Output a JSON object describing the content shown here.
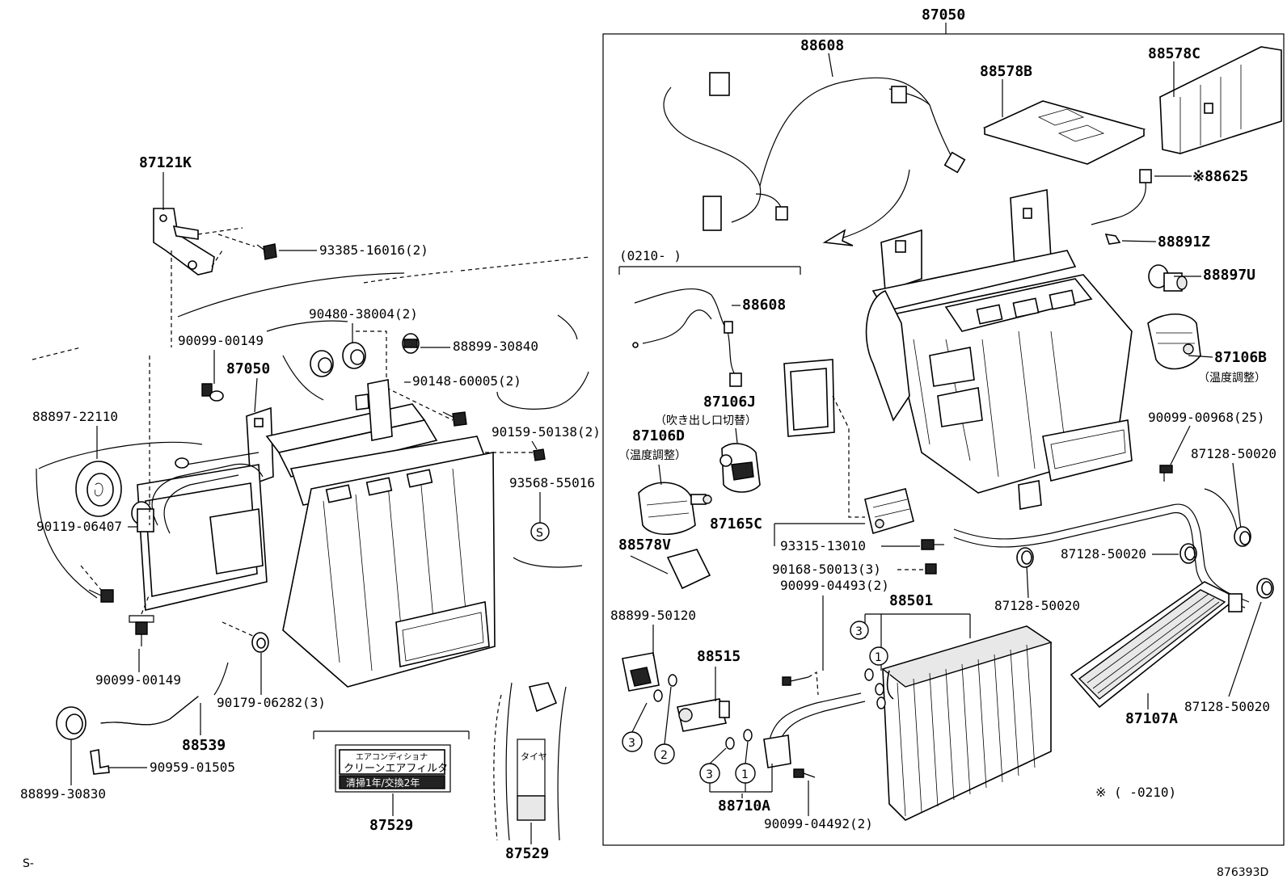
{
  "labels": {
    "p87050_top": "87050",
    "p88608_a": "88608",
    "p88578B": "88578B",
    "p88578C": "88578C",
    "p88625": "※88625",
    "p88891Z": "88891Z",
    "p88897U": "88897U",
    "p87106B": "87106B",
    "p87106B_jp": "（温度調整）",
    "p90099_00968": "90099-00968(25)",
    "p87128_50020_a": "87128-50020",
    "p87128_50020_b": "87128-50020",
    "p87128_50020_c": "87128-50020",
    "p87128_50020_d": "87128-50020",
    "p0210_range": "(0210-         )",
    "p88608_b": "88608",
    "p87106J": "87106J",
    "p87106J_jp": "（吹き出し口切替）",
    "p87106D": "87106D",
    "p87106D_jp": "（温度調整）",
    "p87165C": "87165C",
    "p93315_13010": "93315-13010",
    "p90168_50013": "90168-50013(3)",
    "p90099_04493": "90099-04493(2)",
    "p88501": "88501",
    "p88578V": "88578V",
    "p88899_50120": "88899-50120",
    "p88515": "88515",
    "p87107A": "87107A",
    "p88710A": "88710A",
    "p90099_04492": "90099-04492(2)",
    "p_note_0210": "※ (      -0210)",
    "p87121K": "87121K",
    "p93385_16016": "93385-16016(2)",
    "p90480_38004": "90480-38004(2)",
    "p90099_00149_a": "90099-00149",
    "p88899_30840": "88899-30840",
    "p87050_left": "87050",
    "p90148_60005": "90148-60005(2)",
    "p88897_22110": "88897-22110",
    "p90159_50138": "90159-50138(2)",
    "p93568_55016": "93568-55016",
    "p90119_06407": "90119-06407",
    "p90099_00149_b": "90099-00149",
    "p90179_06282": "90179-06282(3)",
    "p88539": "88539",
    "p88899_30830": "88899-30830",
    "p90959_01505": "90959-01505",
    "p87529_a": "87529",
    "p87529_b": "87529",
    "label_line1": "エアコンディショナ",
    "label_line2": "クリーンエアフィルタ",
    "label_line3": "清掃1年/交換2年",
    "tag_taiya": "タイヤ",
    "circle_1": "1",
    "circle_2": "2",
    "circle_3": "3",
    "circle_S": "S",
    "footer_left": "S-",
    "footer_right": "876393D"
  }
}
